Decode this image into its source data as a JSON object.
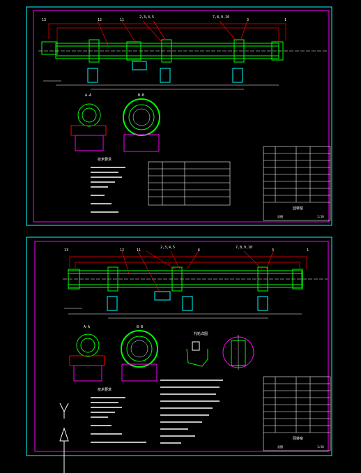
{
  "colors": {
    "background": "#000000",
    "frame_outer": "#00ffff",
    "frame_inner": "#ff00ff",
    "drum": "#00ff00",
    "leader": "#ff0000",
    "dim": "#ffffff",
    "text": "#ffffff",
    "table": "#ffffff"
  },
  "sheet1": {
    "callouts": [
      "13",
      "12",
      "11",
      "2,3,4,5",
      "7,8,9,10",
      "3",
      "1"
    ],
    "sections": [
      "A-A",
      "B-B"
    ],
    "title_block_text": "回转窑",
    "scale_text": "1:50",
    "sheet_label": "总图"
  },
  "sheet2": {
    "callouts": [
      "13",
      "12",
      "11",
      "2,3,4,5",
      "6",
      "7,8,9,10",
      "3",
      "1"
    ],
    "sections": [
      "A-A",
      "B-B"
    ],
    "title_block_text": "回转窑",
    "scale_text": "1:50",
    "sheet_label": "总图"
  },
  "notes_heading": "技术要求",
  "detail_heading": "托轮详图"
}
